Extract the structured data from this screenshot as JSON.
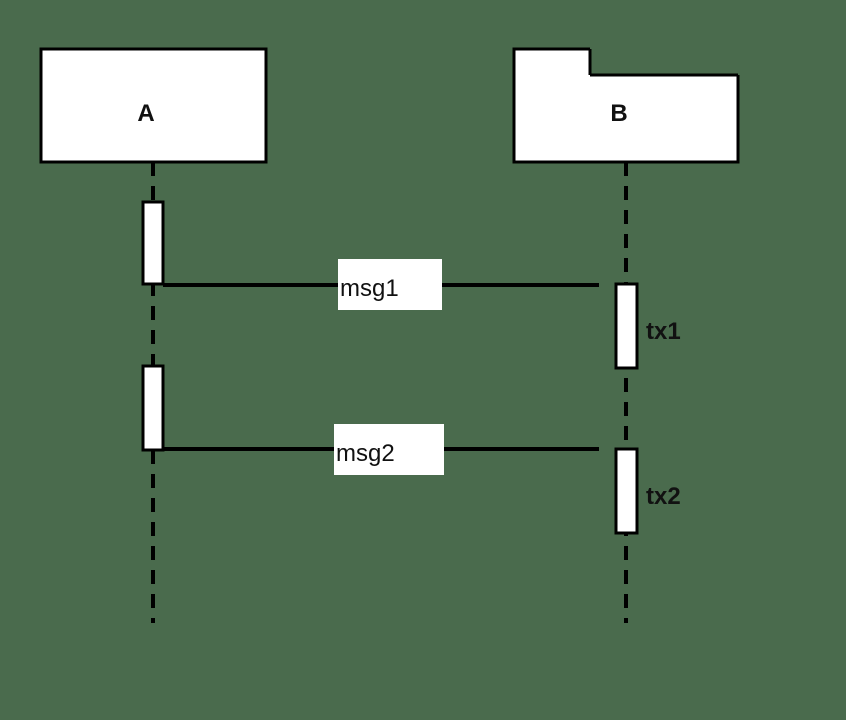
{
  "colors": {
    "background": "#4a6b4d",
    "box_fill": "#ffffff",
    "stroke": "#000000",
    "text": "#111111"
  },
  "participants": [
    {
      "label": "A"
    },
    {
      "label": "B"
    }
  ],
  "messages": [
    {
      "label": "msg1"
    },
    {
      "label": "msg2"
    }
  ],
  "activations": [
    {
      "label": "tx1"
    },
    {
      "label": "tx2"
    }
  ]
}
